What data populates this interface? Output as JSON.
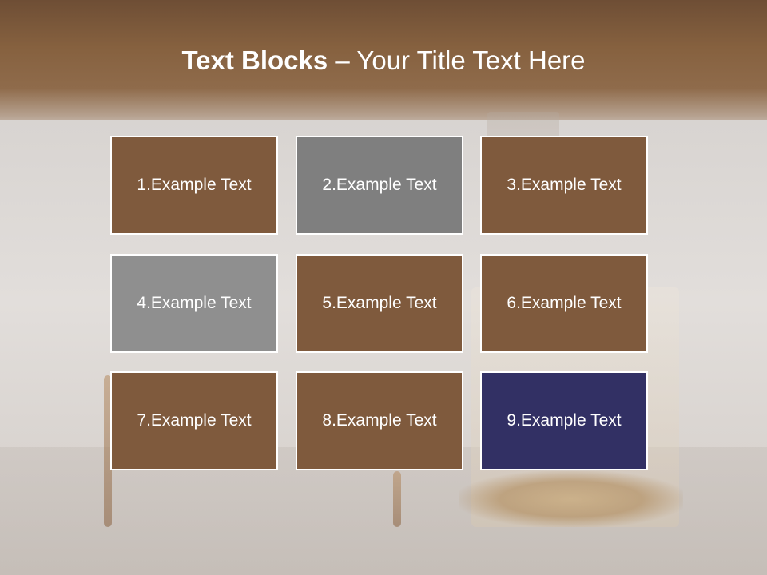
{
  "slide": {
    "title_bold": "Text Blocks",
    "title_separator": " – ",
    "title_rest": "Your Title Text Here"
  },
  "colors": {
    "brown": "#7f5a3d",
    "gray": "#808080",
    "light_gray": "#8f8f8f",
    "navy": "#323064",
    "border": "#ffffff"
  },
  "blocks": [
    {
      "label": "1.Example Text",
      "color": "#7f5a3d"
    },
    {
      "label": "2.Example Text",
      "color": "#7f7f7f"
    },
    {
      "label": "3.Example Text",
      "color": "#7f5a3d"
    },
    {
      "label": "4.Example Text",
      "color": "#8f8f8f"
    },
    {
      "label": "5.Example Text",
      "color": "#7f5a3d"
    },
    {
      "label": "6.Example Text",
      "color": "#7f5a3d"
    },
    {
      "label": "7.Example Text",
      "color": "#7f5a3d"
    },
    {
      "label": "8.Example Text",
      "color": "#7f5a3d"
    },
    {
      "label": "9.Example Text",
      "color": "#323064"
    }
  ]
}
